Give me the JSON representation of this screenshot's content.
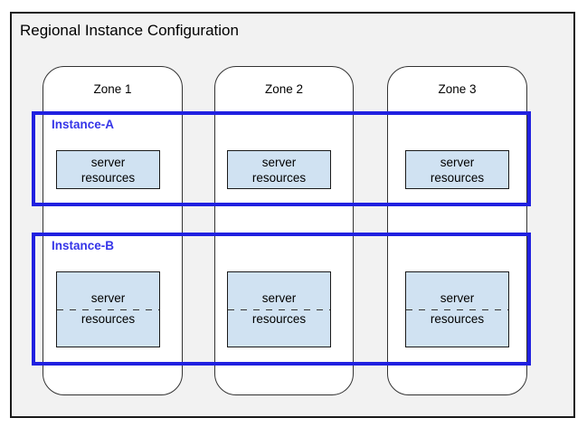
{
  "diagram": {
    "title": "Regional Instance Configuration"
  },
  "zones": [
    {
      "label": "Zone 1"
    },
    {
      "label": "Zone 2"
    },
    {
      "label": "Zone 3"
    }
  ],
  "instances": [
    {
      "label": "Instance-A",
      "boxes": [
        {
          "line1": "server",
          "line2": "resources"
        },
        {
          "line1": "server",
          "line2": "resources"
        },
        {
          "line1": "server",
          "line2": "resources"
        }
      ]
    },
    {
      "label": "Instance-B",
      "boxes": [
        {
          "line1": "server",
          "line2": "resources"
        },
        {
          "line1": "server",
          "line2": "resources"
        },
        {
          "line1": "server",
          "line2": "resources"
        }
      ]
    }
  ],
  "colors": {
    "region_fill": "#f2f2f2",
    "zone_fill": "#ffffff",
    "outline": "#1a1a1a",
    "instance_border": "#2020e0",
    "instance_label": "#3535e8",
    "resource_fill": "#d0e2f2"
  }
}
